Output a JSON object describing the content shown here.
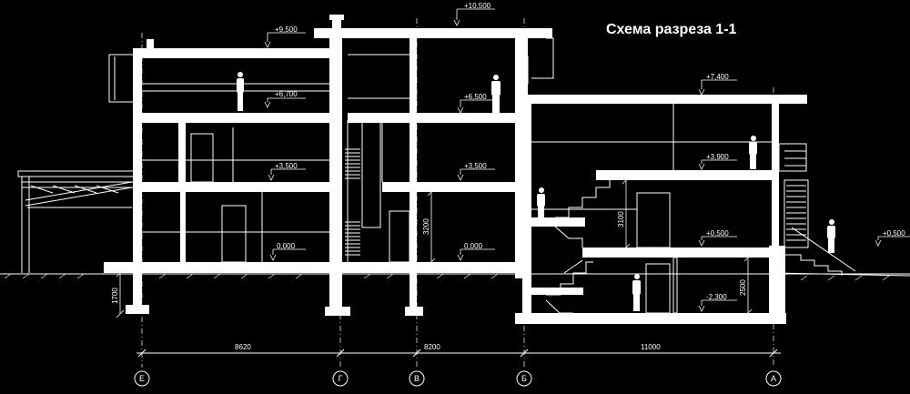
{
  "title": "Схема разреза 1-1",
  "levels": {
    "l1": "+10,500",
    "l2": "+9,500",
    "l3": "+6,700",
    "l4": "+6,500",
    "l5": "+7,400",
    "l6": "+3,500",
    "l7": "+3,500",
    "l8": "+3,900",
    "l9": "0,000",
    "l10": "0,000",
    "l11": "+0,500",
    "l12": "+0,500",
    "l13": "-2,300"
  },
  "dimensions": {
    "d1": "8620",
    "d2": "8200",
    "d3": "11000",
    "v1": "3200",
    "v2": "3100",
    "v3": "2500",
    "v4": "1700"
  },
  "axes": [
    "Е",
    "Г",
    "В",
    "Б",
    "А"
  ],
  "colors": {
    "background": "#000000",
    "lines": "#ffffff"
  }
}
